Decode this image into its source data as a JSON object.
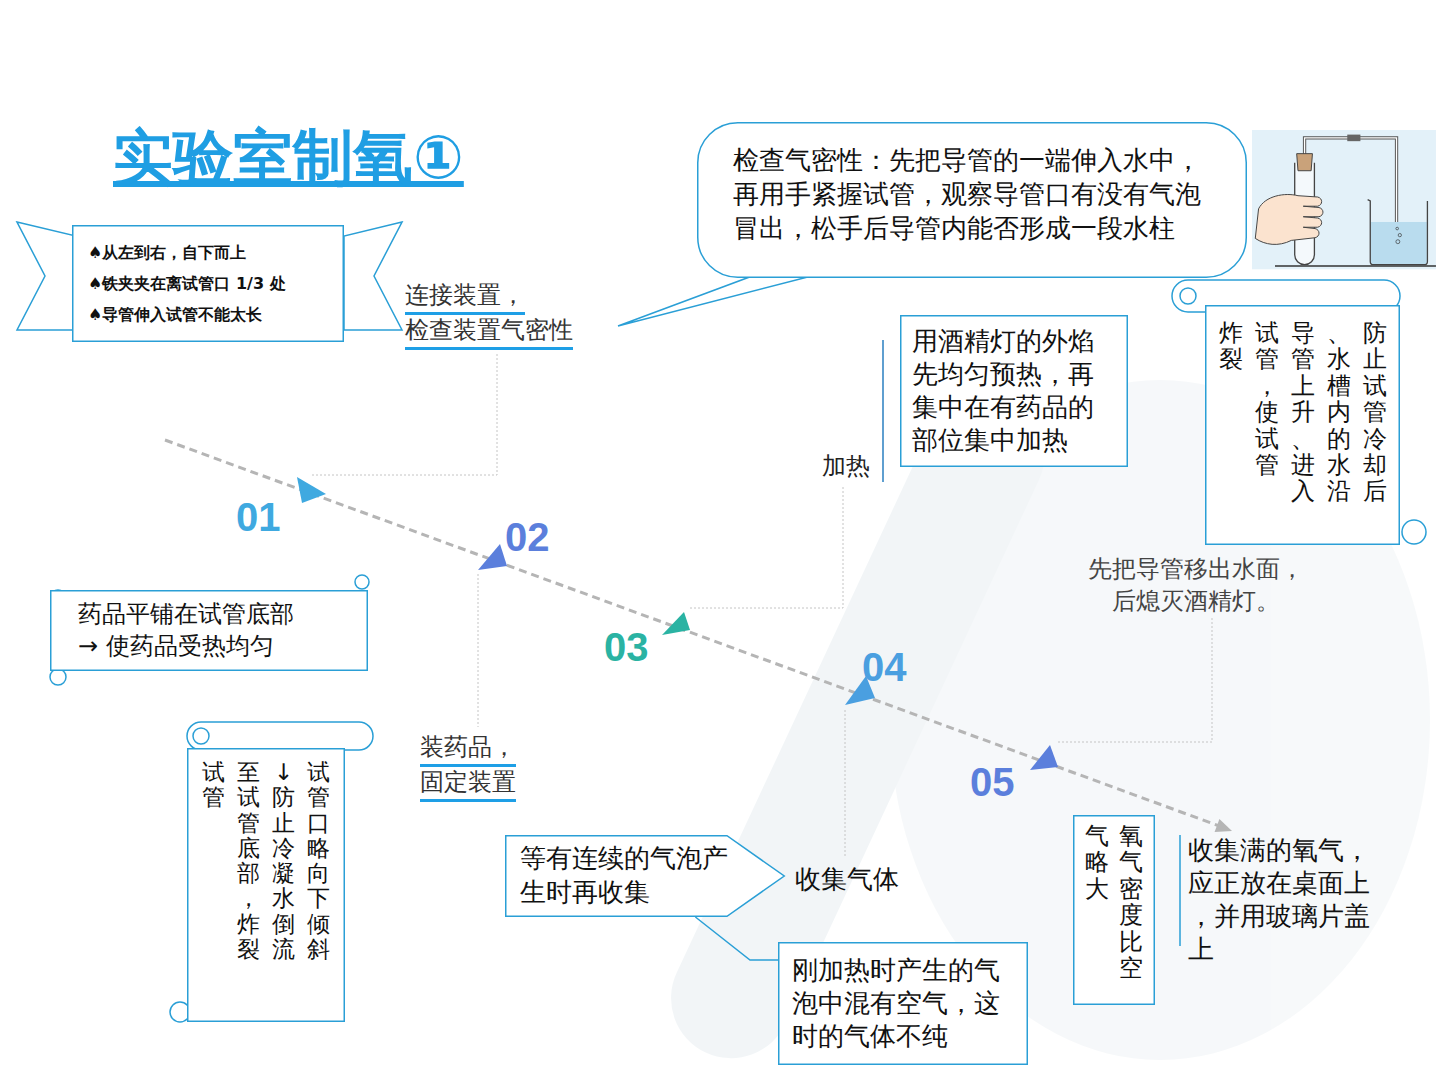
{
  "diagram": {
    "title": "实验室制氧①",
    "nodes": [
      {
        "text": [
          "♠从左到右，自下而上",
          "♠铁夹夹在离试管口 1/3 处",
          "♠导管伸入试管不能太长"
        ]
      },
      {
        "text": [
          "检查气密性：先把导管的一端伸入水中，再用手紧握试管，观察导管口有没有气泡冒出，松手后导管内能否形成一段水柱"
        ]
      },
      {
        "text": [
          "用酒精灯的外焰先均匀预热，再集中在有药品的部位集中加热"
        ]
      },
      {
        "text": [
          "防止试管冷却后、水槽内的水沿导管上升、进入试管，使试管炸裂"
        ]
      },
      {
        "text": [
          "药品平铺在试管底部 → 使药品受热均匀"
        ]
      },
      {
        "text": [
          "试管口略向下倾斜↓防止冷凝水倒流至试管底部，炸裂试管"
        ]
      },
      {
        "text": [
          "等有连续的气泡产生时再收集"
        ]
      },
      {
        "text": [
          "刚加热时产生的气泡中混有空气，这时的气体不纯"
        ]
      },
      {
        "text": [
          "氧气密度比空气略大"
        ]
      }
    ],
    "edges": [
      {
        "from": 6,
        "to": 7,
        "arrow": "none"
      }
    ],
    "labels": [
      "连接装置，",
      "检查装置气密性",
      "01",
      "装药品，",
      "固定装置",
      "02",
      "加热",
      "03",
      "收集气体",
      "04",
      "先把导管移出水面，后熄灭酒精灯。",
      "05",
      "收集满的氧气，应正放在桌面上，并用玻璃片盖上"
    ]
  }
}
